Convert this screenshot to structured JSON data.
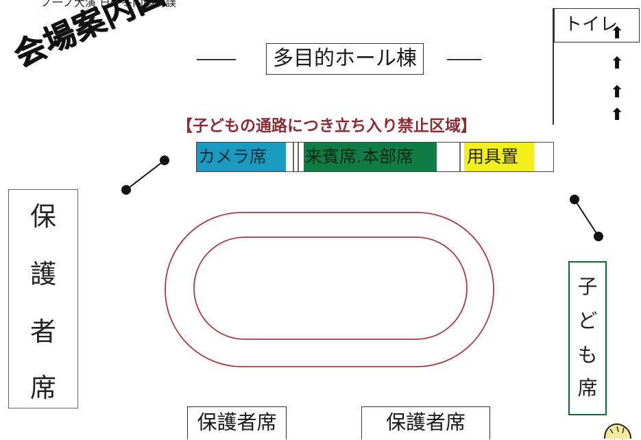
{
  "top_clipped_text": "ノ一ノ大演 日外冬内図明誤",
  "title": "会場案内図",
  "hall": {
    "label": "多目的ホール棟"
  },
  "warning": "【子どもの通路につき立ち入り禁止区域】",
  "seat_bar": {
    "camera": "カメラ席",
    "guest": "来賓席.本部席",
    "tools": "用具置",
    "colors": {
      "camera": "#1b9abf",
      "guest": "#0f7d45",
      "tools": "#f3ef1a"
    }
  },
  "toilet": {
    "label": "トイレ",
    "arrow_glyph": "⬆",
    "arrow_count": 4
  },
  "parent_seat_left": {
    "chars": [
      "保",
      "護",
      "者",
      "席"
    ]
  },
  "child_seat": {
    "chars": [
      "子",
      "ど",
      "も",
      "席"
    ],
    "border_color": "#0d6e2c"
  },
  "parent_seat_bottom": [
    "保護者席",
    "保護者席"
  ],
  "track": {
    "color": "#a83a42"
  },
  "icons": [
    "line-segment-icon",
    "arrow-up-icon",
    "running-track-icon"
  ]
}
